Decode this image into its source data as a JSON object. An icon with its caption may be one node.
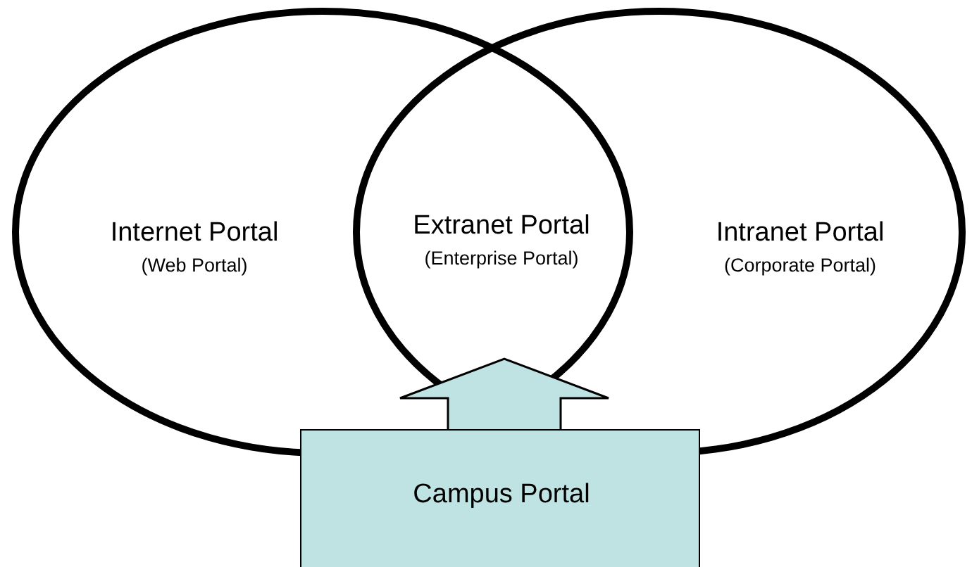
{
  "diagram": {
    "nodes": [
      {
        "text": [
          "Internet Portal",
          "(Web Portal)"
        ]
      },
      {
        "text": [
          "Intranet Portal",
          "(Corporate Portal)"
        ]
      },
      {
        "text": [
          "Extranet Portal",
          "(Enterprise Portal)"
        ]
      },
      {
        "text": [
          "Campus Portal"
        ]
      }
    ],
    "edges": [
      {
        "from": 3,
        "to": 2,
        "arrow": "to"
      }
    ]
  }
}
